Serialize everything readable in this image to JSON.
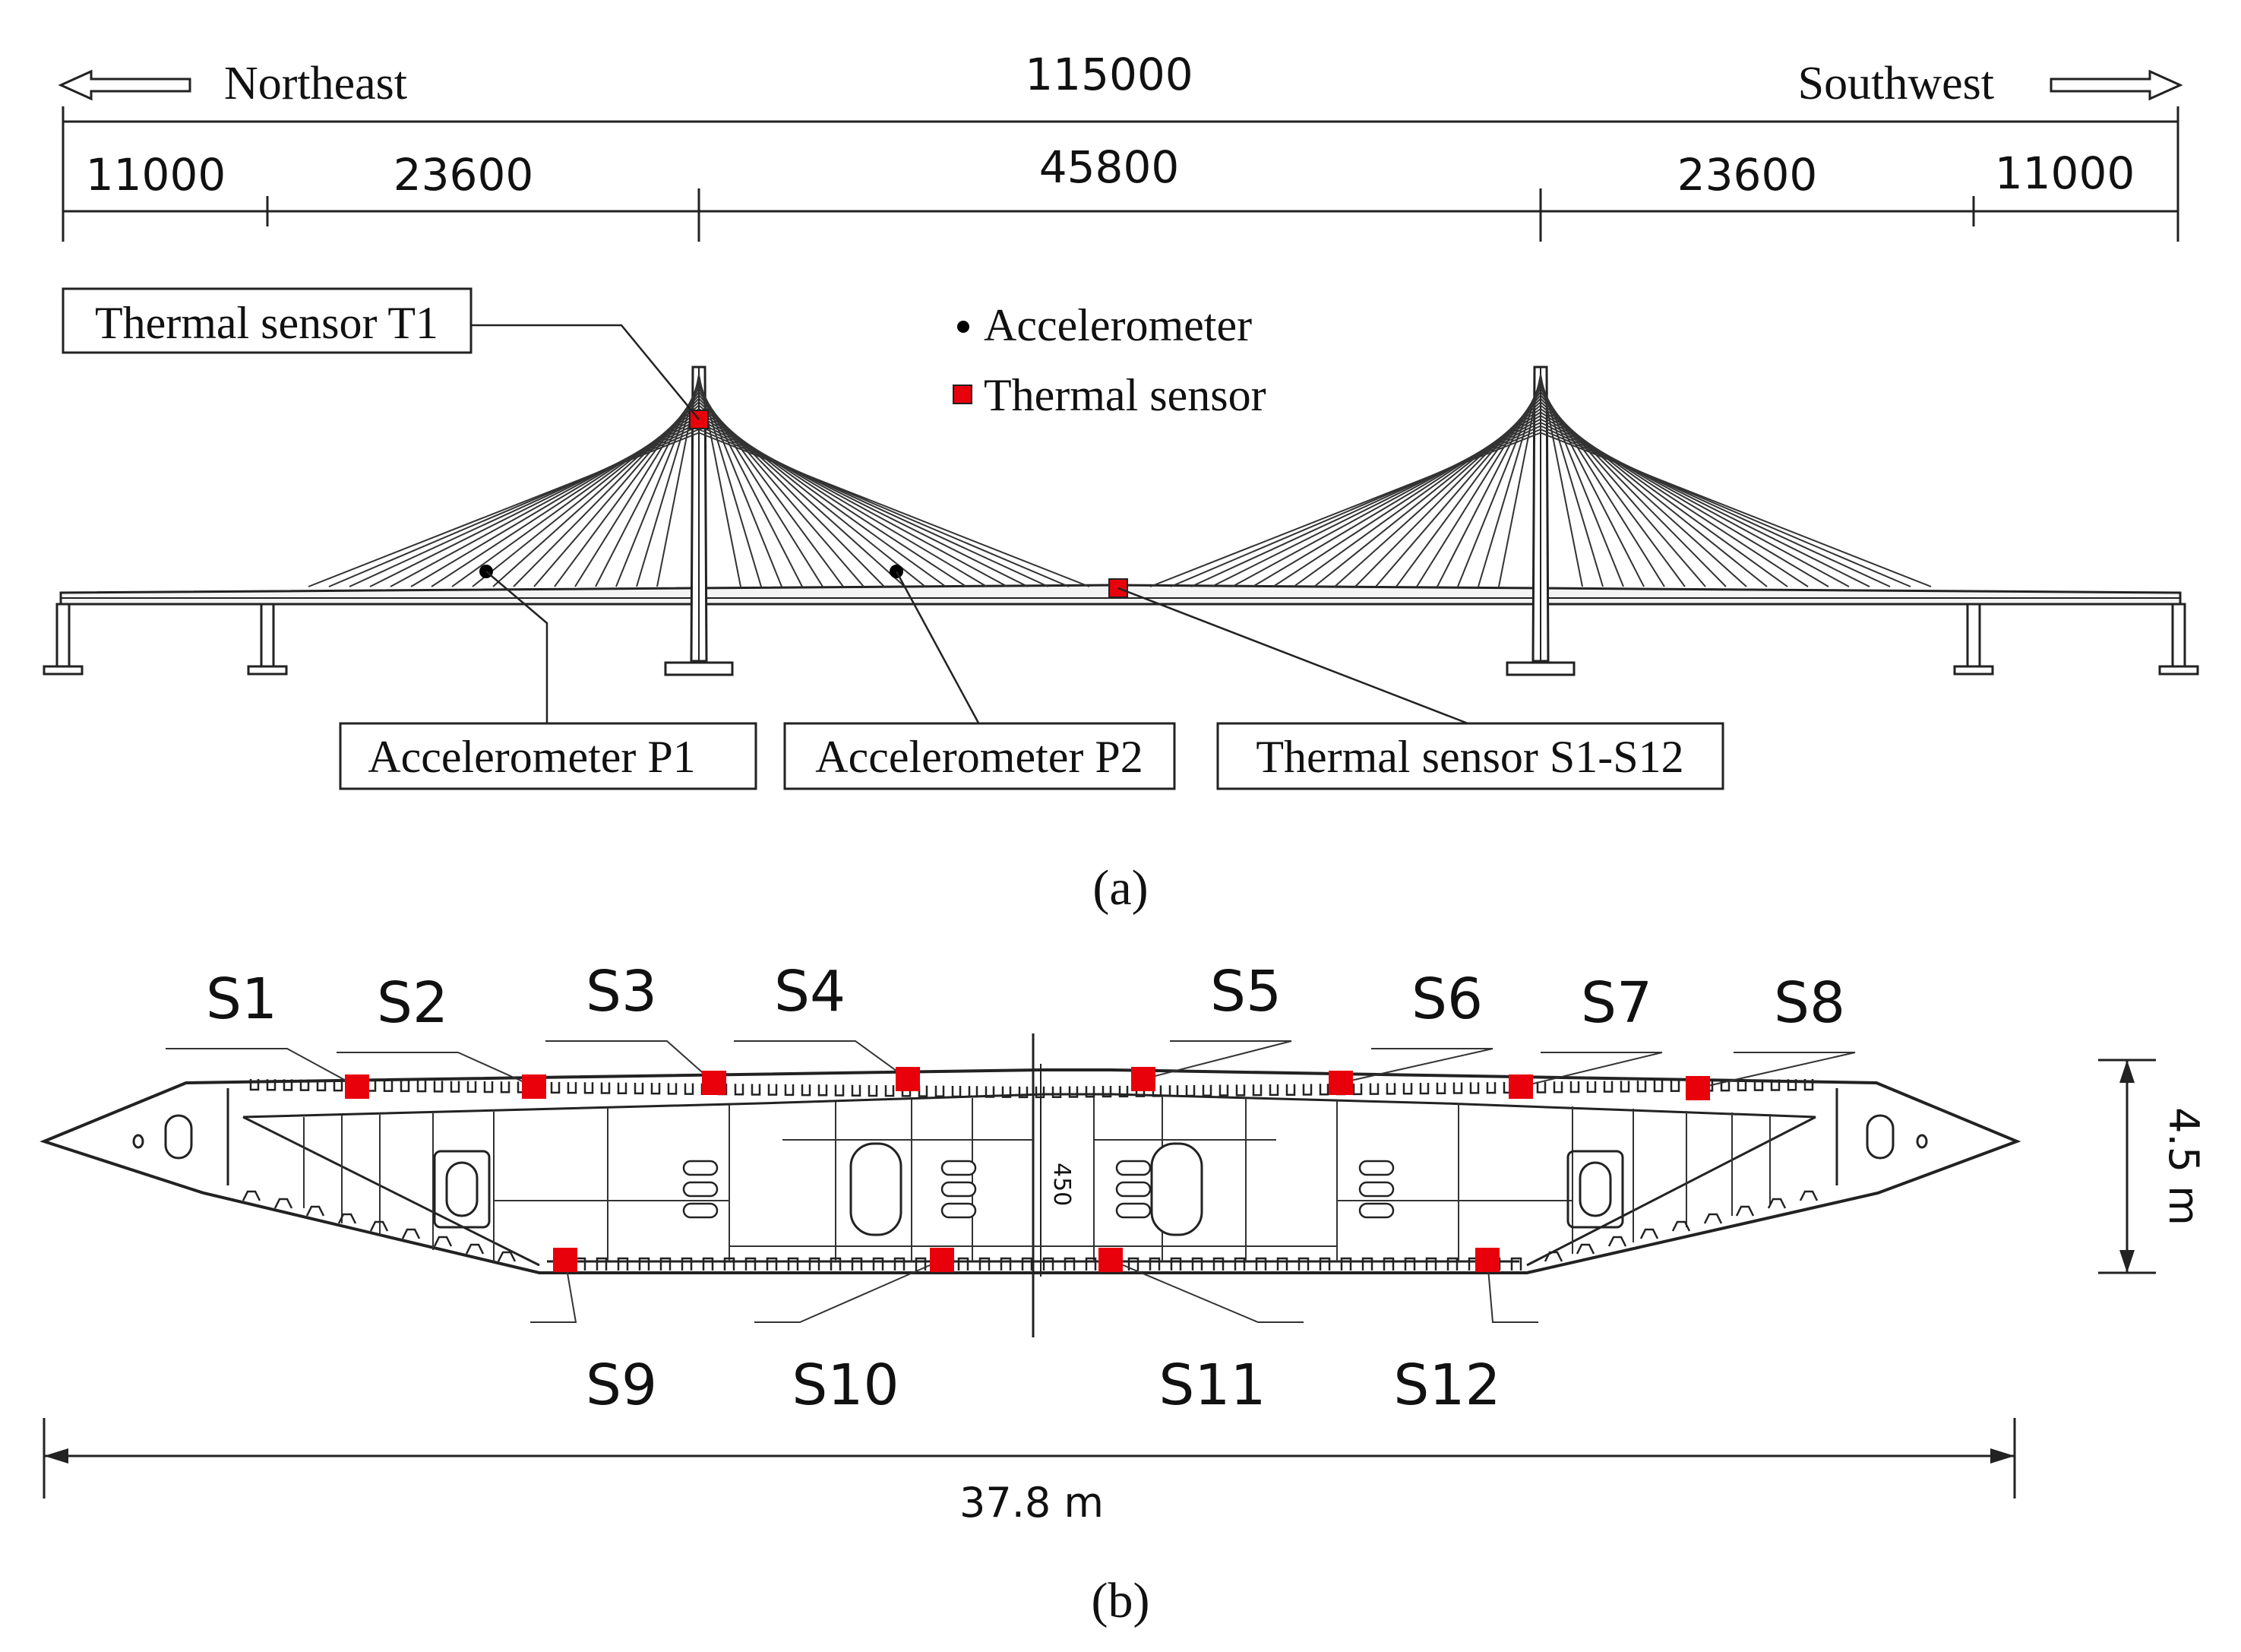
{
  "panel_a": {
    "directions": {
      "left": "Northeast",
      "right": "Southwest"
    },
    "total_span": "115000",
    "spans": [
      "11000",
      "23600",
      "45800",
      "23600",
      "11000"
    ],
    "legend": {
      "accelerometer": "Accelerometer",
      "thermal": "Thermal sensor"
    },
    "callouts": {
      "t1": "Thermal sensor T1",
      "p1": "Accelerometer P1",
      "p2": "Accelerometer P2",
      "s_range": "Thermal sensor S1-S12"
    },
    "caption": "(a)"
  },
  "panel_b": {
    "top_sensors": [
      "S1",
      "S2",
      "S3",
      "S4",
      "S5",
      "S6",
      "S7",
      "S8"
    ],
    "bottom_sensors": [
      "S9",
      "S10",
      "S11",
      "S12"
    ],
    "width_label": "37.8 m",
    "height_label": "4.5 m",
    "center_mark": "450",
    "caption": "(b)"
  },
  "colors": {
    "sensor": "#e8000b",
    "line": "#222222"
  }
}
